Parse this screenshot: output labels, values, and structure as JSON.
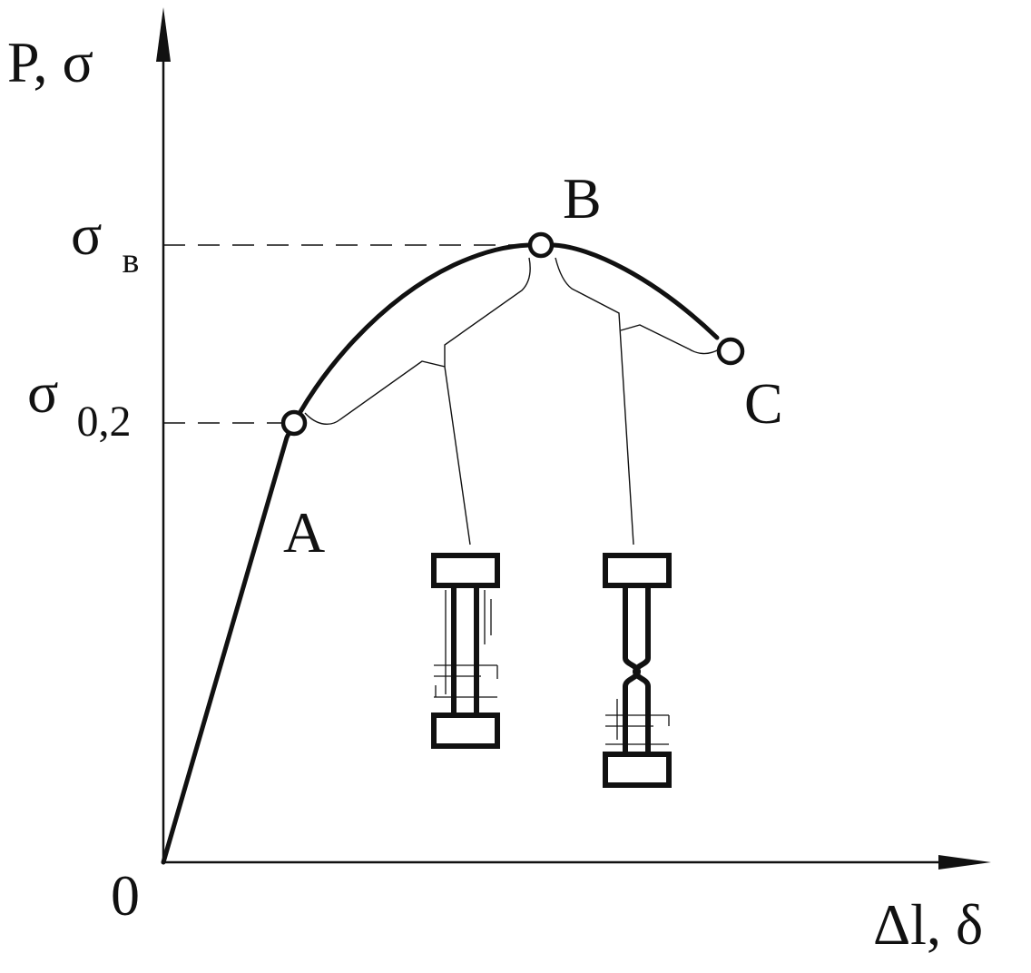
{
  "diagram": {
    "y_axis_label": "P, σ",
    "x_axis_label": "Δl, δ",
    "origin_label": "0",
    "ultimate_stress": {
      "symbol": "σ",
      "subscript": "в"
    },
    "yield_stress": {
      "symbol": "σ",
      "subscript": "0,2"
    },
    "points": {
      "a": "A",
      "b": "B",
      "c": "C"
    },
    "colors": {
      "ink": "#111111",
      "background": "#ffffff"
    }
  }
}
